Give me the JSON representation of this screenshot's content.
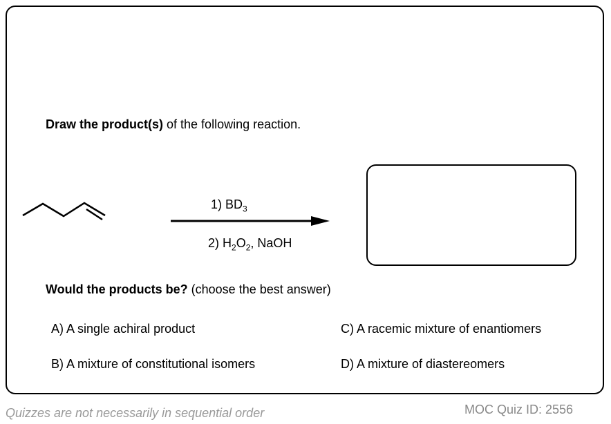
{
  "question": {
    "bold": "Draw the product(s)",
    "rest": " of the following reaction."
  },
  "reagents": {
    "step1": "1) BD",
    "step1_sub": "3",
    "step2a": "2) H",
    "sub2": "2",
    "step2b": "O",
    "sub2b": "2",
    "step2c": ", NaOH"
  },
  "prompt": {
    "bold": "Would the products be?",
    "rest": " (choose the best answer)"
  },
  "options": [
    {
      "label": "A) A single achiral product"
    },
    {
      "label": "B) A mixture of constitutional isomers"
    },
    {
      "label": "C) A racemic mixture of enantiomers"
    },
    {
      "label": "D) A mixture of diastereomers"
    }
  ],
  "footer": {
    "note": "Quizzes are not necessarily in sequential order",
    "quiz_id": "MOC Quiz ID: 2556"
  }
}
